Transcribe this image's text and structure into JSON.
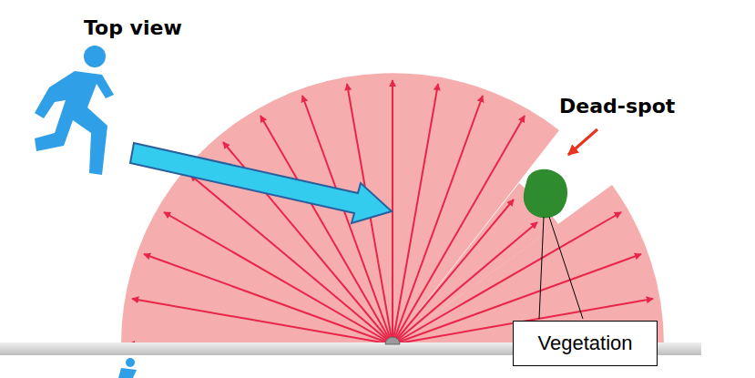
{
  "diagram": {
    "nodes": [
      {
        "text": [
          "Vegetation"
        ]
      }
    ],
    "labels": [
      "Top view",
      "Dead-spot"
    ]
  }
}
